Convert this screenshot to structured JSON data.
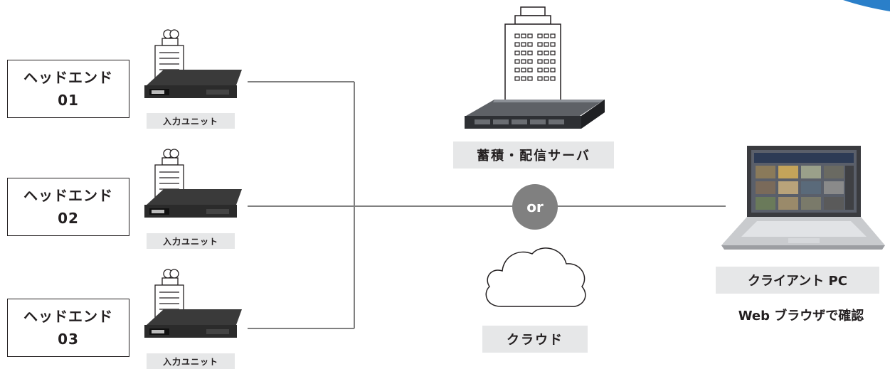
{
  "headends": [
    {
      "line1": "ヘッドエンド",
      "line2": "01"
    },
    {
      "line1": "ヘッドエンド",
      "line2": "02"
    },
    {
      "line1": "ヘッドエンド",
      "line2": "03"
    }
  ],
  "input_unit_label": "入力ユニット",
  "server_label": "蓄積・配信サーバ",
  "or_label": "or",
  "cloud_label": "クラウド",
  "client_label": "クライアント PC",
  "client_caption": "Web ブラウザで確認",
  "colors": {
    "line": "#808080",
    "label_bg": "#e6e7e8",
    "accent": "#2a7fc9"
  }
}
